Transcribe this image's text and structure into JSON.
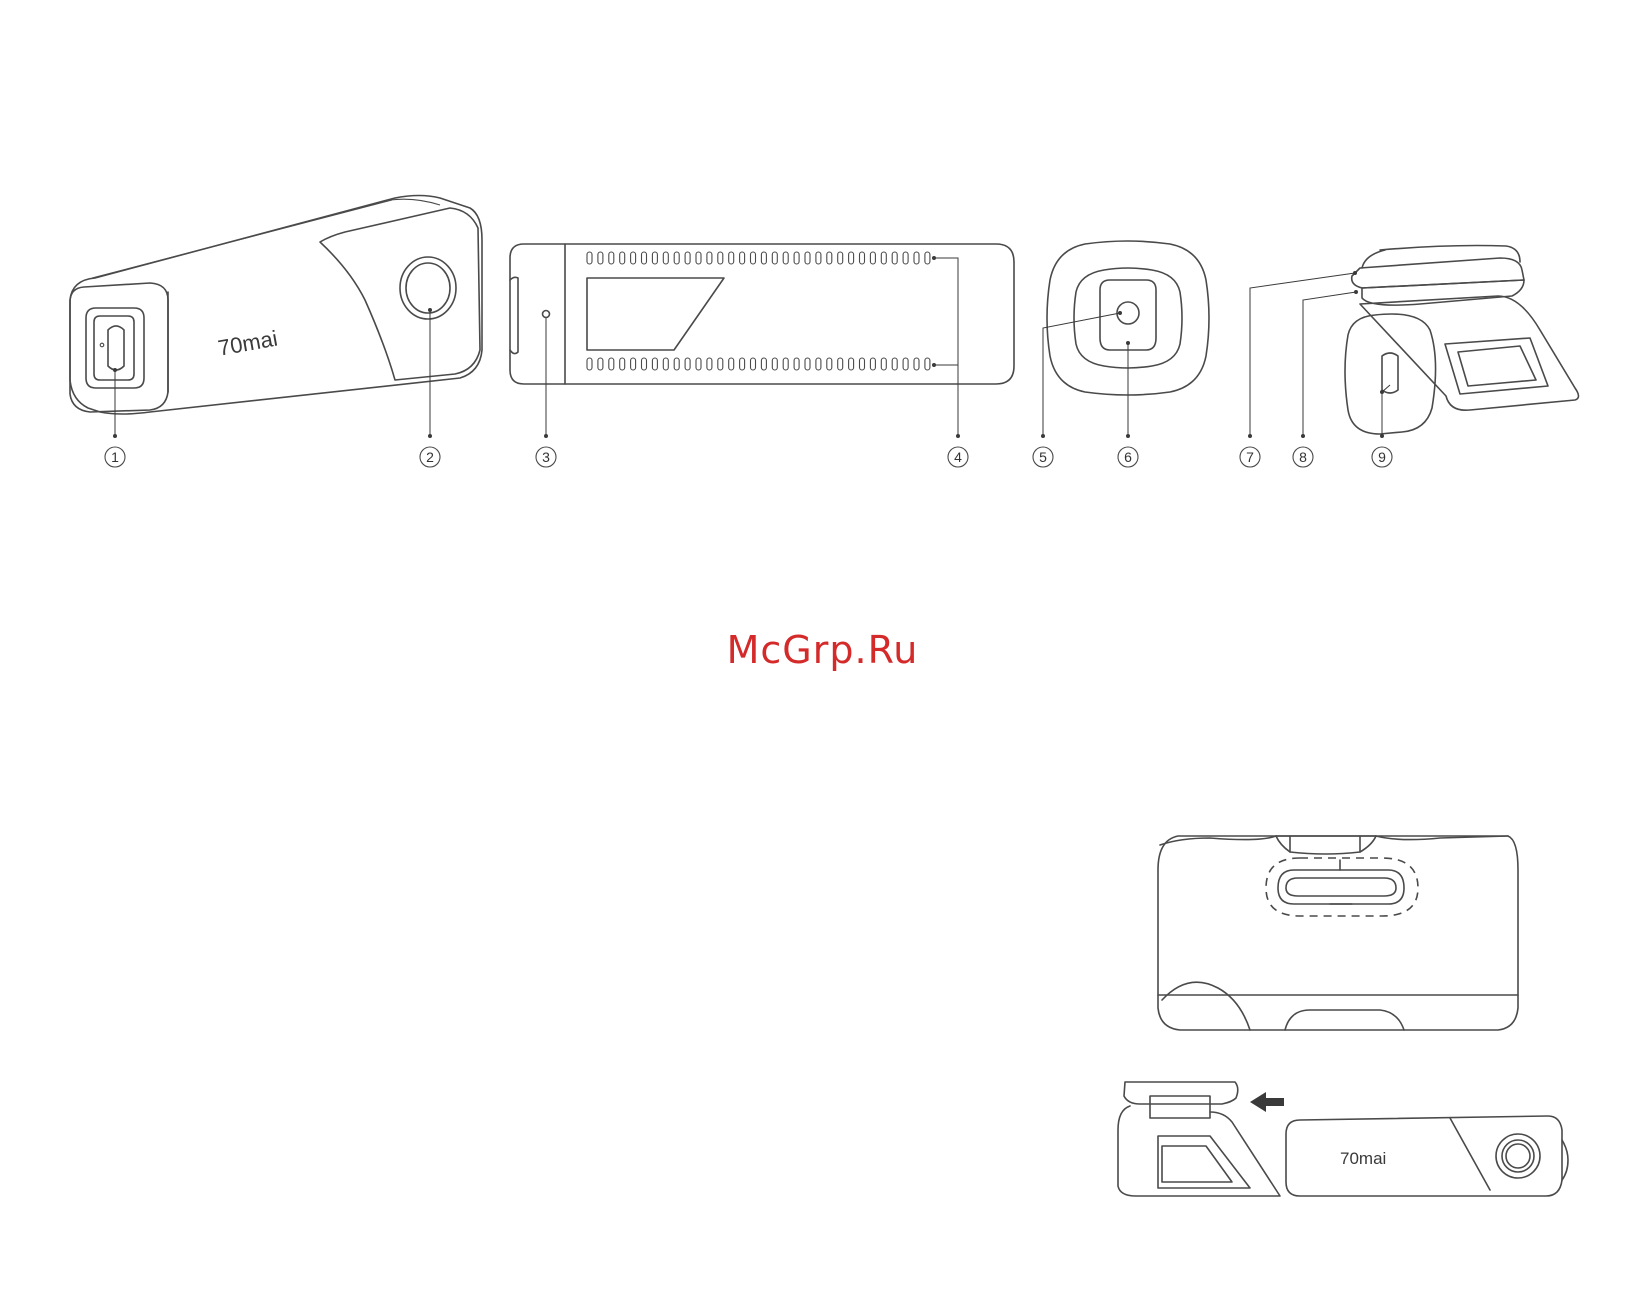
{
  "brand_text": "70mai",
  "watermark": "McGrp.Ru",
  "callouts": [
    "1",
    "2",
    "3",
    "4",
    "5",
    "6",
    "7",
    "8",
    "9"
  ],
  "icons": [
    "arrow-left-icon"
  ],
  "colors": {
    "line": "#4a4a4a",
    "watermark": "#d42a2a",
    "background": "#ffffff",
    "arrow": "#3a3a3a"
  }
}
